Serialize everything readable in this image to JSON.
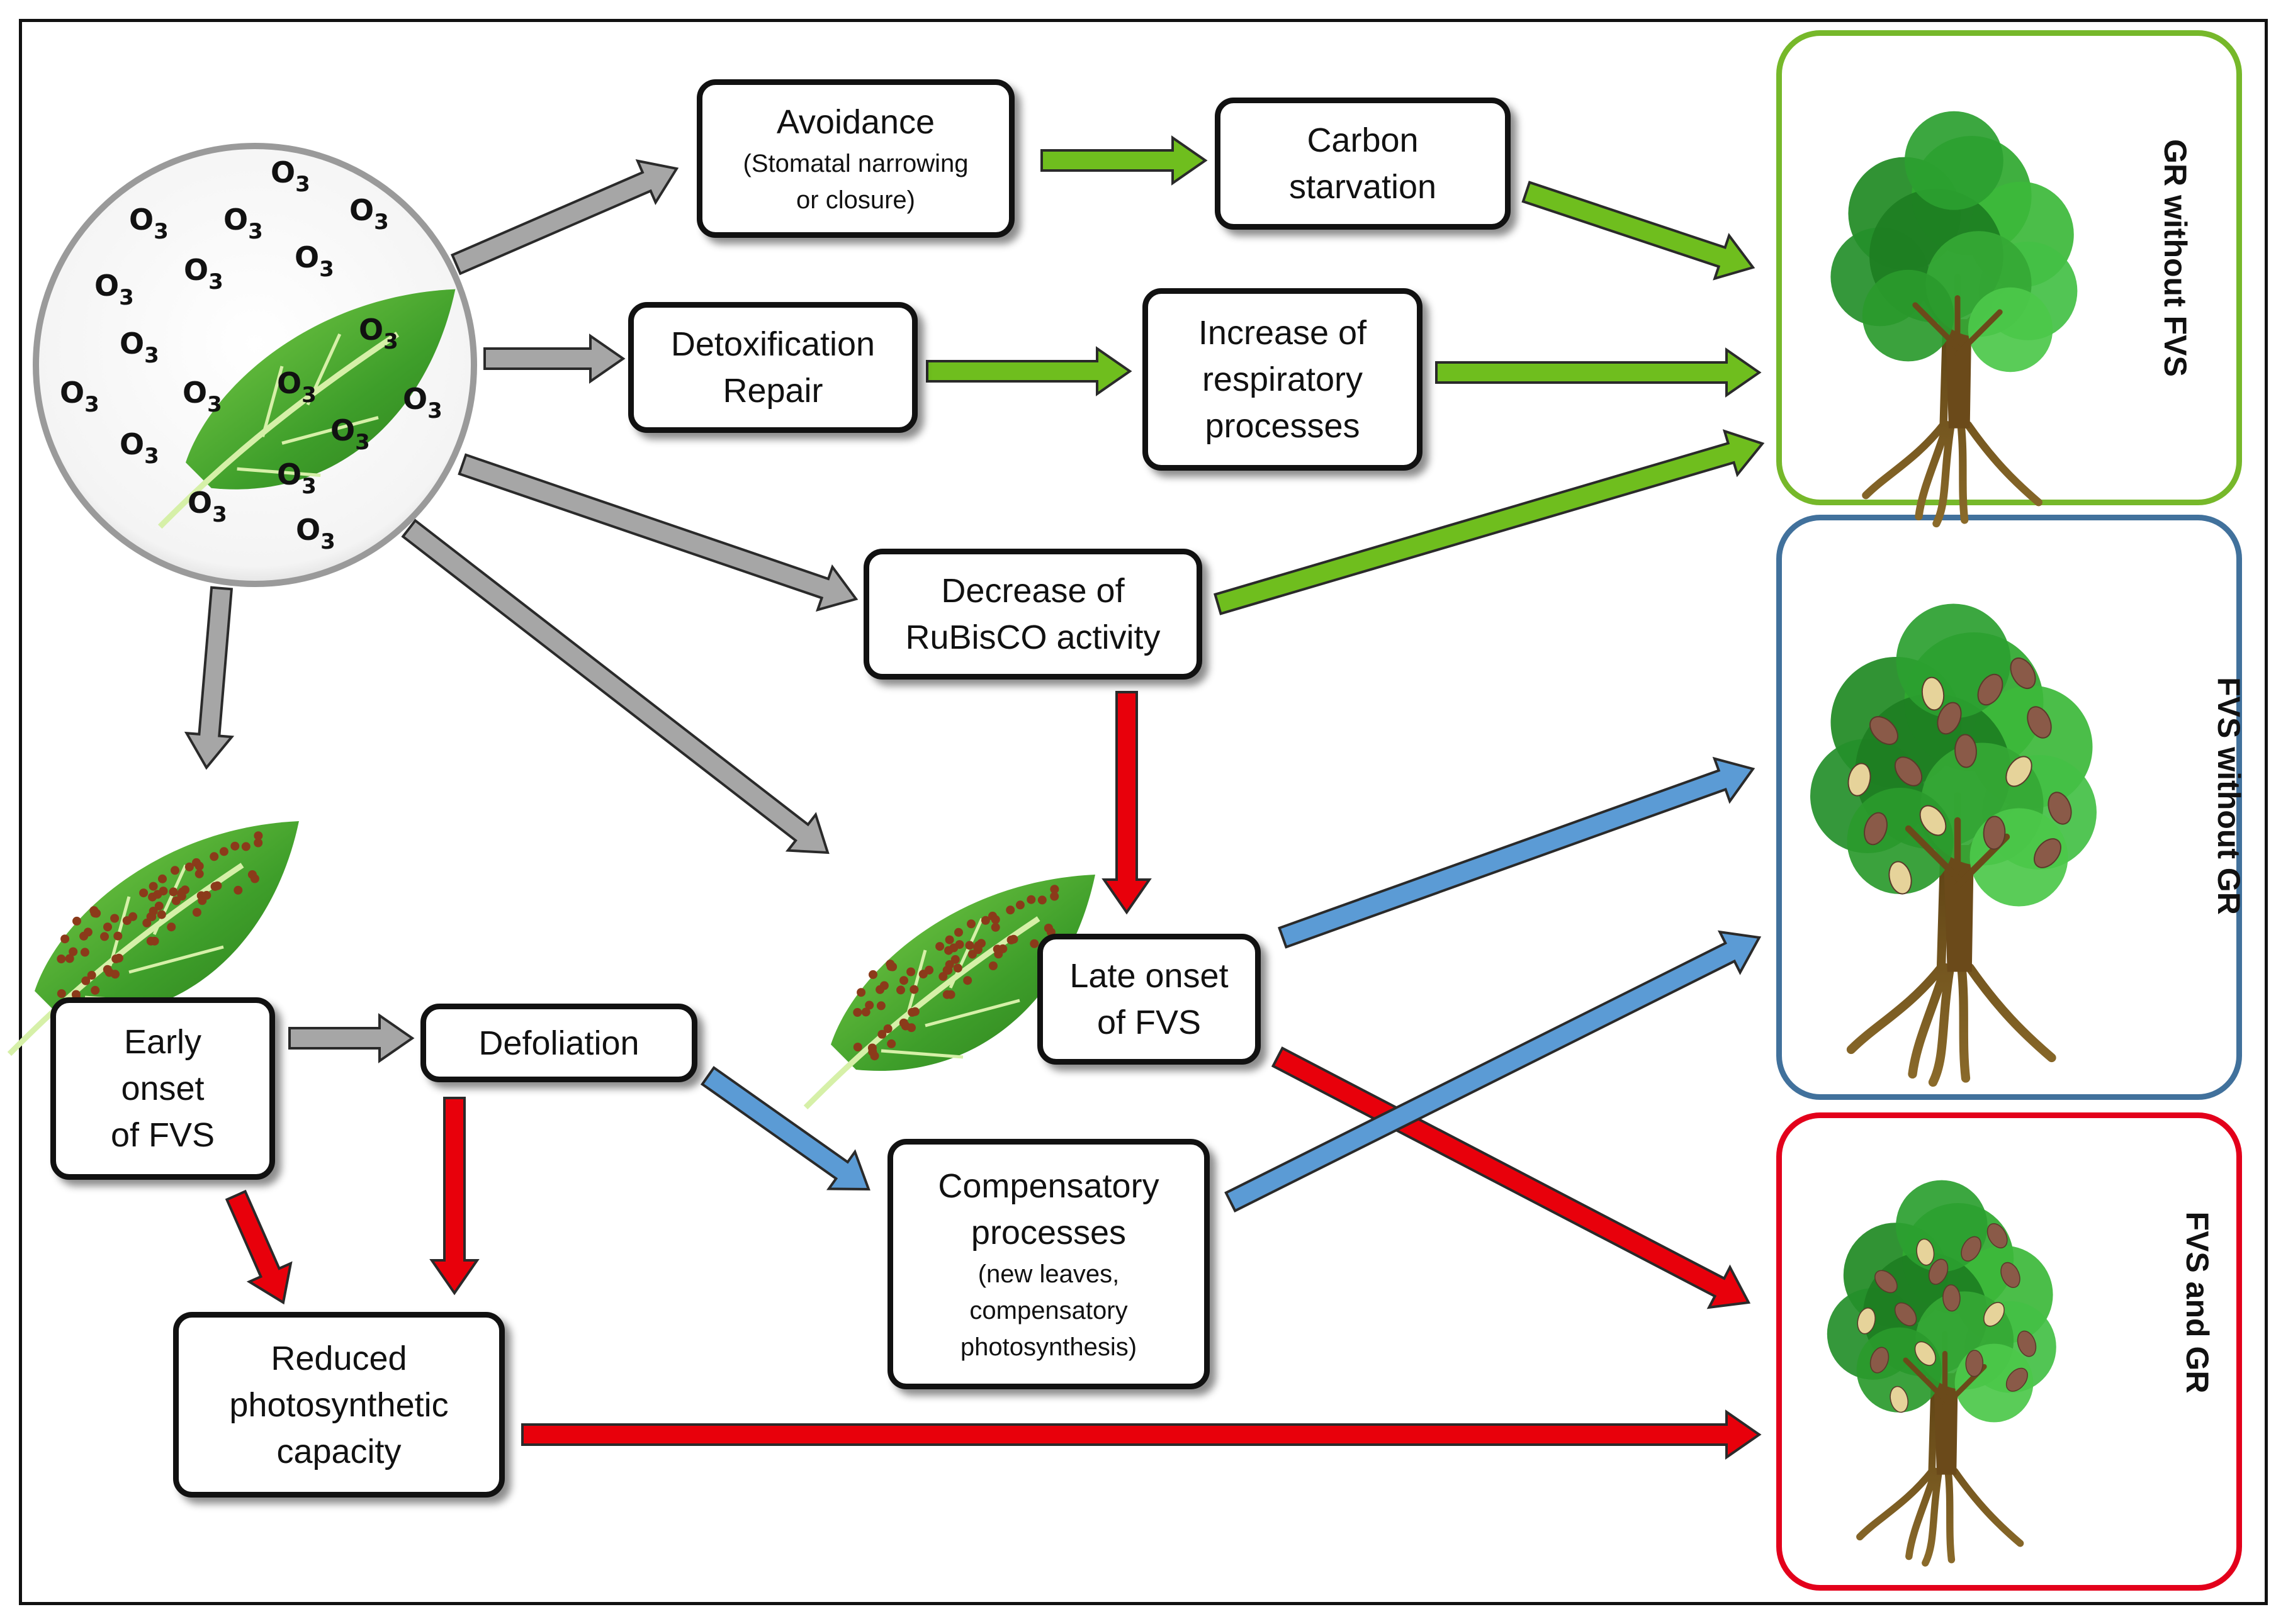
{
  "ozone_label": "O",
  "ozone_subscript": "3",
  "boxes": {
    "avoidance": {
      "main": "Avoidance",
      "sub": "(Stomatal narrowing\nor closure)"
    },
    "carbon_starvation": {
      "main": "Carbon\nstarvation"
    },
    "detox": {
      "main": "Detoxification\nRepair"
    },
    "respiratory": {
      "main": "Increase of\nrespiratory\nprocesses"
    },
    "rubisco": {
      "main": "Decrease of\nRuBisCO activity"
    },
    "late_onset": {
      "main": "Late onset\nof FVS"
    },
    "early_onset": {
      "main": "Early\nonset\nof FVS"
    },
    "defoliation": {
      "main": "Defoliation"
    },
    "compensatory": {
      "main": "Compensatory\nprocesses",
      "sub": "(new leaves,\ncompensatory\nphotosynthesis)"
    },
    "reduced": {
      "main": "Reduced\nphotosynthetic\ncapacity"
    }
  },
  "panels": {
    "gr_without_fvs": {
      "label": "GR without FVS",
      "border_color": "#76b82a"
    },
    "fvs_without_gr": {
      "label": "FVS without GR",
      "border_color": "#41719c"
    },
    "fvs_and_gr": {
      "label": "FVS and GR",
      "border_color": "#e3001b"
    }
  },
  "colors": {
    "arrow_gray": "#a6a6a6",
    "arrow_green": "#6fbe1e",
    "arrow_red": "#e8000b",
    "arrow_blue": "#5b9bd5",
    "leaf_green": "#4caf2a",
    "spot_brown": "#8b3a1a",
    "canopy_green": "#2e9a2e",
    "trunk_brown": "#6b4a1a"
  }
}
